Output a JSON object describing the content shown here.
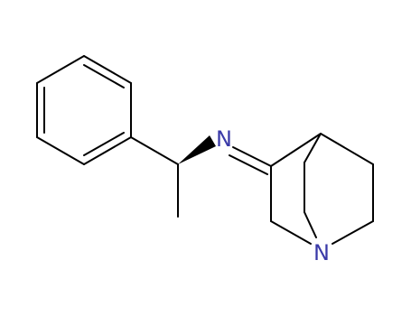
{
  "molecule": {
    "atoms": [
      {
        "id": "N_imine",
        "label": "N",
        "color": "#3a3aa8"
      },
      {
        "id": "N_bridgehead",
        "label": "N",
        "color": "#3a3aa8"
      }
    ],
    "colors": {
      "bond": "#000000",
      "nitrogen": "#3a3aa8"
    }
  }
}
